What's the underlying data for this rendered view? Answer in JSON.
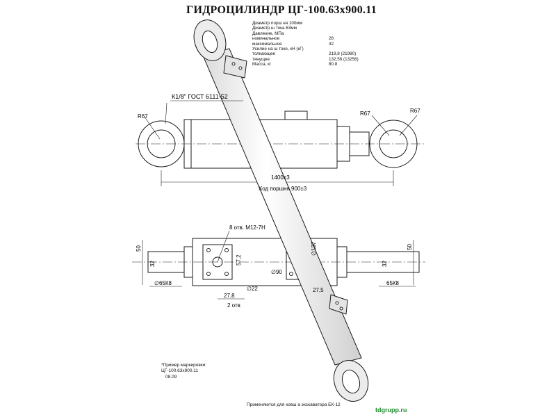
{
  "title": "ГИДРОЦИЛИНДР ЦГ-100.63х900.11",
  "specs": [
    {
      "k": "Диаметр порш ня 100мм",
      "v": ""
    },
    {
      "k": "Диаметр ш тока 63мм",
      "v": ""
    },
    {
      "k": "Давление, МПа",
      "v": ""
    },
    {
      "k": "номинальное",
      "v": "28"
    },
    {
      "k": "максимальное",
      "v": "32"
    },
    {
      "k": "Усилие на ш токе, кН (кГ)",
      "v": ""
    },
    {
      "k": "толкающее",
      "v": "219,8 (21980)"
    },
    {
      "k": "тянущее",
      "v": "132,56 (13256)"
    },
    {
      "k": "Масса, кг",
      "v": "80.8"
    }
  ],
  "labels": {
    "thread": "К1/8\" ГОСТ 6111-52",
    "r67_left": "R67",
    "r67_mid": "R67",
    "r67_right": "R67",
    "length": "1400±3",
    "stroke": "Ход поршня 900±3",
    "holes": "8 отв. М12-7Н",
    "d90": "∅90",
    "d127": "∅127",
    "d57": "57,2",
    "d22": "∅22",
    "d27_8": "27,8",
    "two_holes": "2 отв",
    "d27_5": "27,5",
    "d50_left": "50",
    "d50_right": "50",
    "d32_left": "32",
    "d32_right": "32",
    "d65_left": "∅65К8",
    "d65_right": "65К8"
  },
  "marking": {
    "line1": "*Пример маркировки:",
    "line2": "ЦГ-100.63х900.11",
    "line3": "08.09"
  },
  "footer": "Применяются для ковш а экскаватора ЕК-12",
  "brand": "tdgrupp.ru",
  "colors": {
    "line": "#1a1a1a",
    "fill": "#f4f4f4",
    "brand": "#1a8a2a"
  }
}
